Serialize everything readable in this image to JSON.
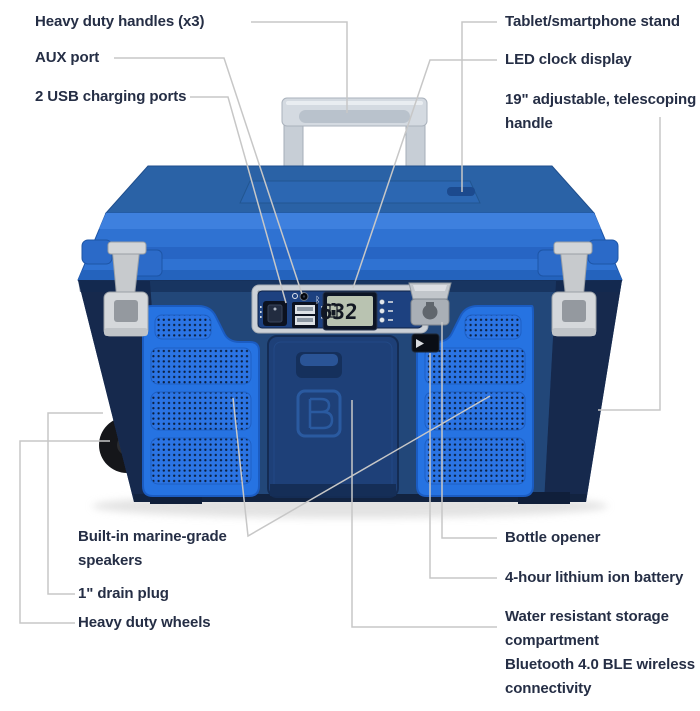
{
  "diagram_title": "cooler-feature-callouts",
  "callouts": {
    "left": [
      {
        "text": "Heavy duty handles (x3)"
      },
      {
        "text": "AUX port"
      },
      {
        "text": "2 USB charging ports"
      },
      {
        "text": "Built-in marine-grade speakers"
      },
      {
        "text": "1\" drain plug"
      },
      {
        "text": "Heavy duty wheels"
      }
    ],
    "right": [
      {
        "text": "Tablet/smartphone stand"
      },
      {
        "text": "LED clock display"
      },
      {
        "text": "19\" adjustable, telescoping handle"
      },
      {
        "text": "Bottle opener"
      },
      {
        "text": "4-hour lithium ion battery"
      },
      {
        "text": "Water resistant storage compartment"
      },
      {
        "text": "Bluetooth 4.0 BLE wireless connectivity"
      }
    ]
  },
  "display": {
    "time": "632"
  },
  "icons": {
    "bluetooth": "ᛒ"
  },
  "colors": {
    "lid_blue": "#2f72d2",
    "lid_top_blue": "#2a62a6",
    "body_navy": "#1d3c6d",
    "body_side_navy": "#16294d",
    "speaker_blue": "#2673e2",
    "door_navy": "#1e4078",
    "handle_gray": "#d4dae1",
    "latch_silver": "#cfd2d6",
    "lcd_screen": "#b9c3b1",
    "label_text": "#252e45",
    "leader_line": "#c7c7c7"
  }
}
